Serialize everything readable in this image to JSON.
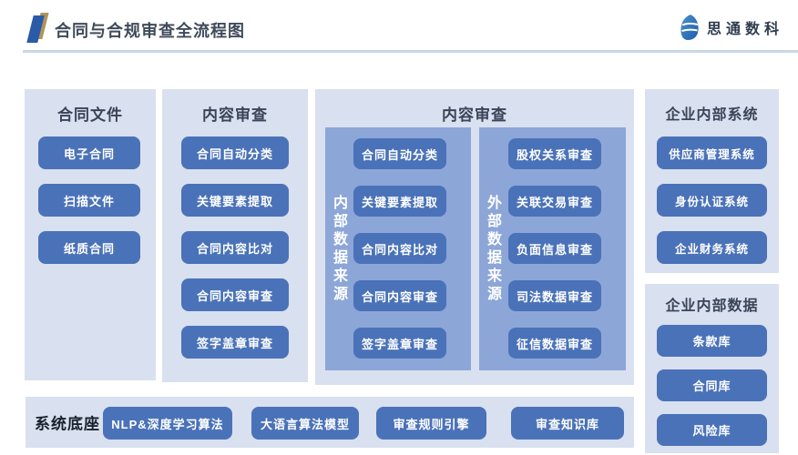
{
  "header": {
    "title": "合同与合规审查全流程图",
    "logo_text": "思通数科"
  },
  "columns": {
    "contract_files": {
      "title": "合同文件",
      "items": [
        "电子合同",
        "扫描文件",
        "纸质合同"
      ]
    },
    "content_review": {
      "title": "内容审查",
      "items": [
        "合同自动分类",
        "关键要素提取",
        "合同内容比对",
        "合同内容审查",
        "签字盖章审查"
      ]
    },
    "content_review_main": {
      "title": "内容审查",
      "internal": {
        "label": "内部数据来源",
        "items": [
          "合同自动分类",
          "关键要素提取",
          "合同内容比对",
          "合同内容审查",
          "签字盖章审查"
        ]
      },
      "external": {
        "label": "外部数据来源",
        "items": [
          "股权关系审查",
          "关联交易审查",
          "负面信息审查",
          "司法数据审查",
          "征信数据审查"
        ]
      }
    },
    "enterprise_systems": {
      "title": "企业内部系统",
      "items": [
        "供应商管理系统",
        "身份认证系统",
        "企业财务系统"
      ]
    },
    "enterprise_data": {
      "title": "企业内部数据",
      "items": [
        "条款库",
        "合同库",
        "风险库"
      ]
    }
  },
  "footer": {
    "label": "系统底座",
    "items": [
      "NLP&深度学习算法",
      "大语言算法模型",
      "审查规则引擎",
      "审查知识库"
    ]
  },
  "colors": {
    "panel_bg": "#d9e0ef",
    "inner_panel_bg": "#8da6d8",
    "node_bg": "#4a72b8",
    "node_text": "#ffffff",
    "panel_title_text": "#3a4458",
    "header_title_text": "#3f4a5a",
    "divider": "#c9d8e9",
    "icon_blue": "#2a5ba9",
    "icon_gold": "#b0945a",
    "logo_blue_light": "#4a90ce",
    "logo_blue_dark": "#1f5fa8"
  }
}
